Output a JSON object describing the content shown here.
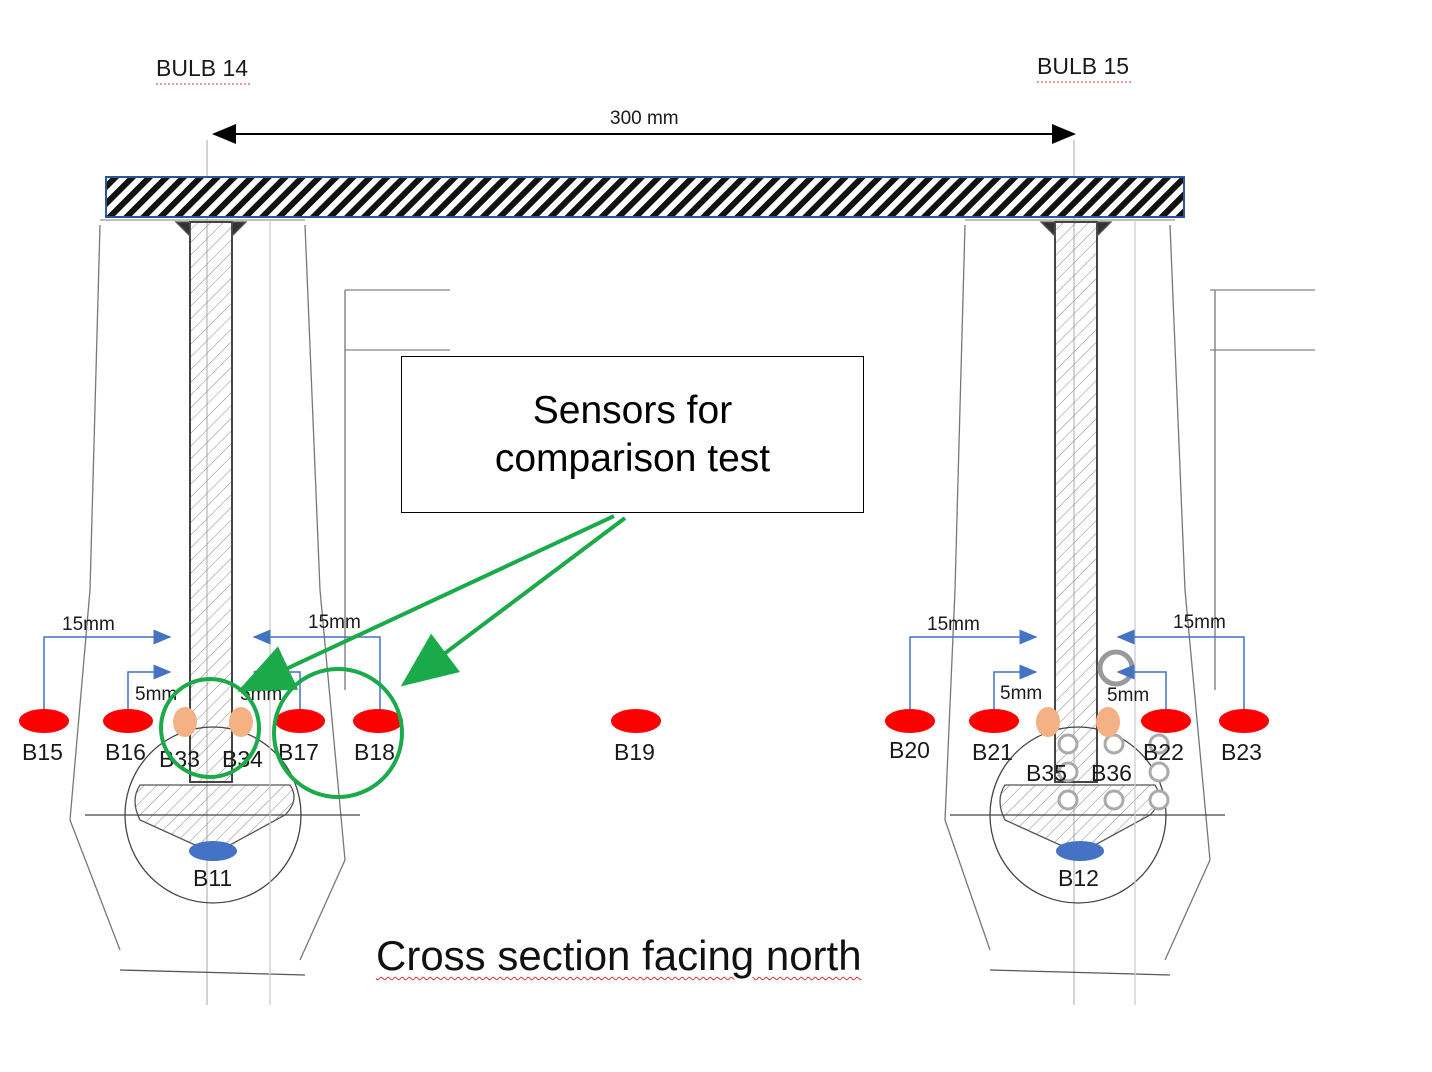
{
  "bulbs": [
    {
      "label": "BULB 14"
    },
    {
      "label": "BULB 15"
    }
  ],
  "span_dimension": "300 mm",
  "callout": {
    "line1": "Sensors for",
    "line2": "comparison test"
  },
  "caption": "Cross section facing north",
  "offsets": {
    "outer": "15mm",
    "inner": "5mm"
  },
  "sensors": {
    "red": [
      "B15",
      "B16",
      "B17",
      "B18",
      "B19",
      "B20",
      "B21",
      "B22",
      "B23"
    ],
    "orange": [
      "B33",
      "B34",
      "B35",
      "B36"
    ],
    "blue": [
      "B11",
      "B12"
    ]
  },
  "colors": {
    "red_sensor": "#ff0000",
    "orange_sensor": "#f4b183",
    "blue_sensor": "#4472c4",
    "callout_arrow": "#1aaa4a",
    "plate_border": "#2f5597",
    "dimension_arrow": "#4472c4"
  }
}
